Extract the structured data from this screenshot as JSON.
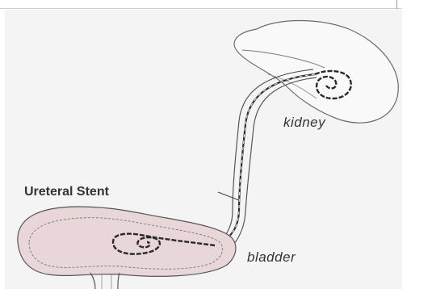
{
  "labels": {
    "kidney": "kidney",
    "stent": "Ureteral Stent",
    "bladder": "bladder"
  },
  "colors": {
    "background": "#f4f4f4",
    "outline": "#555555",
    "stent": "#2f2f2f",
    "bladder_fill": "#e9d6d9"
  }
}
